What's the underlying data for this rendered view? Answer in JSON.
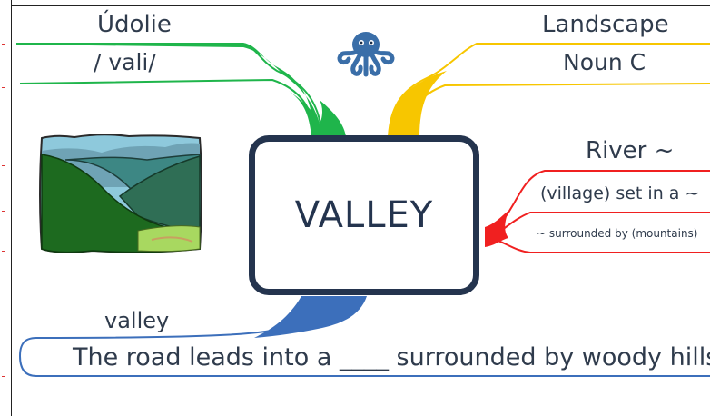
{
  "topics": {
    "central": "VALLEY",
    "translation": {
      "word": "Údolie",
      "pronunciation": "/   vali/"
    },
    "meaning": {
      "word": "Landscape",
      "grammar": "Noun C"
    },
    "collocations": {
      "title": "River ~",
      "line1": "(village) set in a ~",
      "line2": "~ surrounded by (mountains)"
    },
    "example": {
      "word": "valley",
      "sentence": "The road leads into a ____ surrounded by woody hills."
    }
  },
  "icons": {
    "logo": "octopus-icon",
    "picture": "valley-landscape-illustration"
  },
  "colors": {
    "central_border": "#24344e",
    "branch_green": "#1fb54b",
    "branch_yellow": "#f7c600",
    "branch_red": "#f02020",
    "branch_blue": "#3c6fbb",
    "text": "#2f3b4c"
  }
}
